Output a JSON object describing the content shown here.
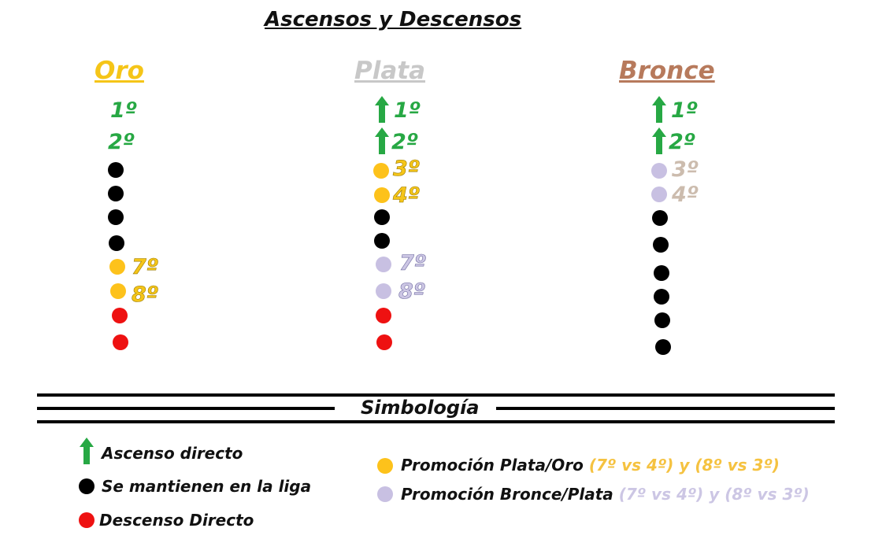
{
  "title": "Ascensos y Descensos",
  "columns": [
    {
      "name": "Oro",
      "color": "#f5c518"
    },
    {
      "name": "Plata",
      "color": "#c8c8c8"
    },
    {
      "name": "Bronce",
      "color": "#b77a5c"
    }
  ],
  "positions": {
    "p1": "1º",
    "p2": "2º",
    "p3": "3º",
    "p4": "4º",
    "p7": "7º",
    "p8": "8º"
  },
  "symbology": {
    "title": "Simbología",
    "ascenso": "Ascenso directo",
    "mantienen": "Se mantienen en la liga",
    "descenso": "Descenso Directo",
    "promo_plata_oro": "Promoción Plata/Oro",
    "promo_plata_oro_detail": "(7º vs 4º) y (8º vs 3º)",
    "promo_bronce_plata": "Promoción Bronce/Plata",
    "promo_bronce_plata_detail": "(7º vs 4º) y (8º vs 3º)"
  },
  "colors": {
    "green": "#27a844",
    "black": "#000000",
    "gold": "#fdc21b",
    "lavender": "#c8c0e2",
    "red": "#ee1111"
  }
}
